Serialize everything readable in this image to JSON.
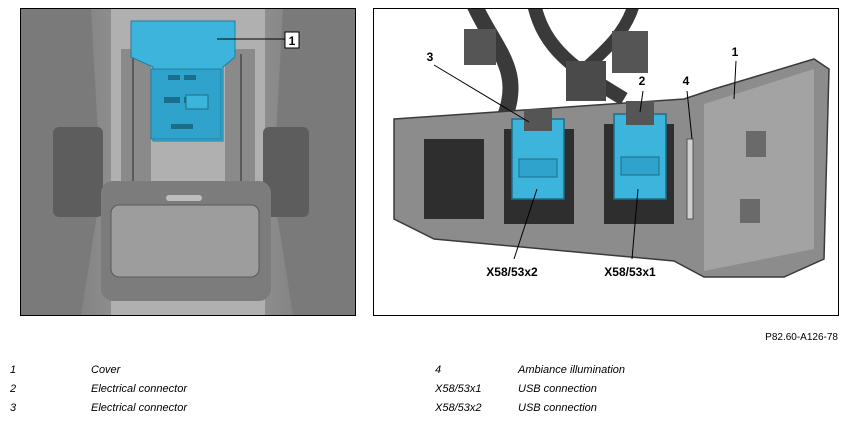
{
  "figure_id": "P82.60-A126-78",
  "left_panel": {
    "callouts": [
      "1"
    ]
  },
  "right_panel": {
    "callouts": [
      "1",
      "2",
      "3",
      "4"
    ],
    "connector_labels": [
      "X58/53x2",
      "X58/53x1"
    ]
  },
  "legend": [
    {
      "key": "1",
      "text": "Cover"
    },
    {
      "key": "2",
      "text": "Electrical connector"
    },
    {
      "key": "3",
      "text": "Electrical connector"
    },
    {
      "key": "4",
      "text": "Ambiance illumination"
    },
    {
      "key": "X58/53x1",
      "text": "USB connection"
    },
    {
      "key": "X58/53x2",
      "text": "USB connection"
    }
  ],
  "colors": {
    "highlight": "#3cb4dc",
    "part_dark": "#4a4a4a",
    "part_mid": "#8c8c8c",
    "part_light": "#c8c8c8"
  }
}
